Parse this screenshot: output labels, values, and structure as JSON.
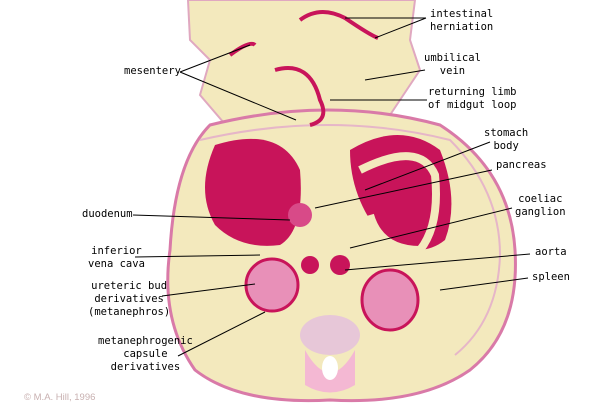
{
  "labels": {
    "intestinal_herniation": [
      "intestinal",
      "herniation"
    ],
    "mesentery": "mesentery",
    "umbilical_vein": [
      "umbilical",
      "vein"
    ],
    "returning_limb": [
      "returning limb",
      "of midgut loop"
    ],
    "stomach_body": [
      "stomach",
      "body"
    ],
    "pancreas": "pancreas",
    "coeliac_ganglion": [
      "coeliac",
      "ganglion"
    ],
    "aorta": "aorta",
    "spleen": "spleen",
    "duodenum": "duodenum",
    "inferior_vena_cava": [
      "inferior",
      "vena cava"
    ],
    "ureteric_bud": [
      "ureteric bud",
      "derivatives",
      "(metanephros)"
    ],
    "metanephrogenic": [
      "metanephrogenic",
      "capsule",
      "derivatives"
    ]
  },
  "copyright": "© M.A. Hill, 1996",
  "colors": {
    "tissue": "#f3e9bd",
    "stain": "#c8145a",
    "outline": "#d97aa8"
  }
}
